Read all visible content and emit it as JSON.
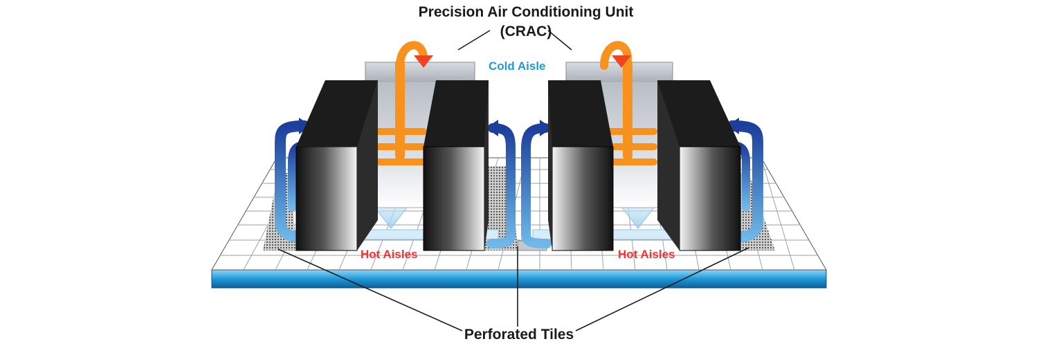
{
  "title_line1": "Precision Air Conditioning Unit",
  "title_line2": "(CRAC)",
  "cold_aisle": "Cold Aisle",
  "hot_aisles": [
    "Hot Aisles",
    "Hot Aisles"
  ],
  "perforated_tiles": "Perforated Tiles",
  "colors": {
    "cold_label": "#1f9ad6",
    "hot_label": "#ee3333",
    "cool_air_flow": "#f7921e",
    "cool_air_arrow": "#ee4422",
    "return_air_flow": "#1d3f9c",
    "floor_base": "#1e9ad8",
    "rack": "#1a1a1a",
    "crac_unit": "#b8bcc4"
  }
}
